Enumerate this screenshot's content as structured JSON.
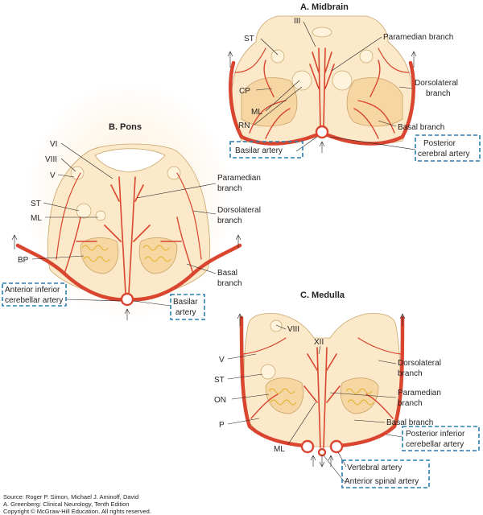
{
  "panels": {
    "midbrain": {
      "title": "A. Midbrain",
      "labels": {
        "iii": "III",
        "st": "ST",
        "cp": "CP",
        "ml": "ML",
        "rn": "RN",
        "paramedian": "Paramedian branch",
        "dorsolateral_1": "Dorsolateral",
        "dorsolateral_2": "branch",
        "basal": "Basal branch",
        "basilar": "Basilar artery",
        "posterior_cerebral_1": "Posterior",
        "posterior_cerebral_2": "cerebral artery"
      }
    },
    "pons": {
      "title": "B. Pons",
      "labels": {
        "vi": "VI",
        "viii": "VIII",
        "v": "V",
        "st": "ST",
        "ml": "ML",
        "bp": "BP",
        "paramedian_1": "Paramedian",
        "paramedian_2": "branch",
        "dorsolateral_1": "Dorsolateral",
        "dorsolateral_2": "branch",
        "basal_1": "Basal",
        "basal_2": "branch",
        "aica_1": "Anterior inferior",
        "aica_2": "cerebellar artery",
        "basilar_1": "Basilar",
        "basilar_2": "artery"
      }
    },
    "medulla": {
      "title": "C. Medulla",
      "labels": {
        "viii": "VIII",
        "xii": "XII",
        "v": "V",
        "st": "ST",
        "on": "ON",
        "p": "P",
        "ml": "ML",
        "dorsolateral_1": "Dorsolateral",
        "dorsolateral_2": "branch",
        "paramedian_1": "Paramedian",
        "paramedian_2": "branch",
        "basal": "Basal branch",
        "pica_1": "Posterior inferior",
        "pica_2": "cerebellar artery",
        "vertebral": "Vertebral artery",
        "anterior_spinal": "Anterior spinal artery"
      }
    }
  },
  "source": {
    "line1": "Source: Roger P. Simon, Michael J. Aminoff, David",
    "line2": "A. Greenberg: Clinical Neurology, Tenth Edition",
    "line3": "Copyright © McGraw-Hill Education. All rights reserved."
  },
  "colors": {
    "artery": "#d9452f",
    "tissue": "#fbe9c9",
    "highlight_box": "#2a7fb0"
  }
}
